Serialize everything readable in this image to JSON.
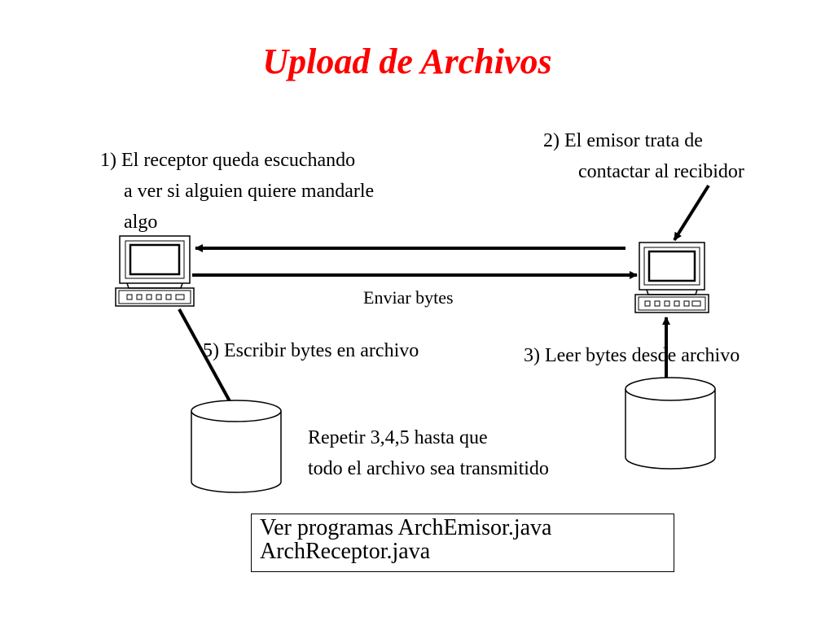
{
  "title": "Upload de Archivos",
  "step1": {
    "line1": "1) El receptor queda escuchando",
    "line2": "a ver si alguien quiere mandarle",
    "line3": "algo"
  },
  "step2": {
    "line1": "2)  El emisor trata de",
    "line2": "contactar al recibidor"
  },
  "step3": "3) Leer bytes desde archivo",
  "step5": "5) Escribir bytes en archivo",
  "send_label": "Enviar bytes",
  "repeat": {
    "line1": "Repetir 3,4,5 hasta que",
    "line2": "todo el archivo sea transmitido"
  },
  "note": {
    "line1": "Ver programas ArchEmisor.java",
    "line2": "ArchReceptor.java"
  },
  "colors": {
    "title": "#ff0000",
    "lines": "#000000"
  },
  "icons": [
    "computer-icon",
    "database-icon"
  ]
}
